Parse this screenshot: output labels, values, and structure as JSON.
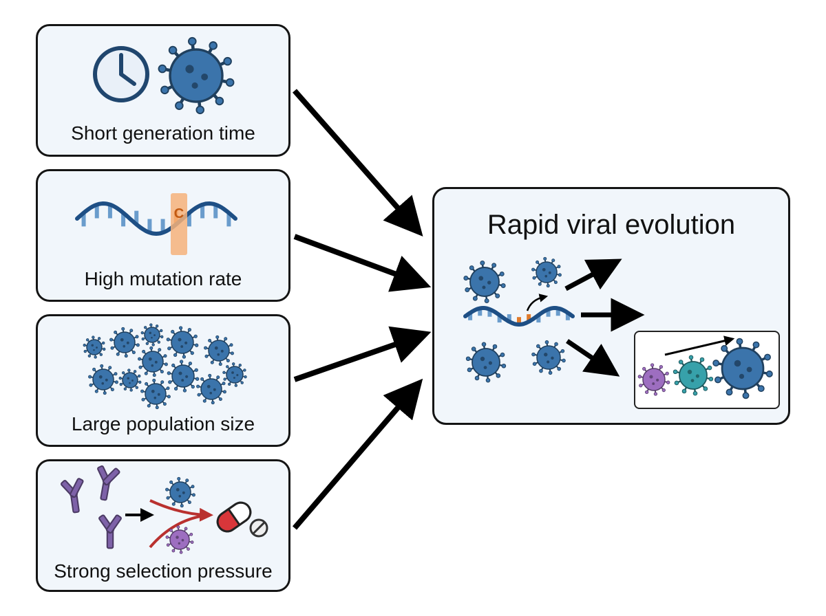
{
  "causes": [
    {
      "label": "Short generation time"
    },
    {
      "label": "High mutation rate",
      "mutation_letter": "C"
    },
    {
      "label": "Large population size"
    },
    {
      "label": "Strong selection pressure"
    }
  ],
  "result": {
    "title": "Rapid viral evolution"
  },
  "colors": {
    "virus": "#3b74ab",
    "virus_purple": "#9d6ec0",
    "virus_teal": "#37a1aa",
    "mutation_highlight": "#f6b27a",
    "mutation_base": "#e07a2a",
    "antibody": "#7e62a8",
    "selection_arrow": "#b9312f",
    "pill_red": "#d9363a",
    "card_fill": "#f1f6fb"
  },
  "icons": [
    "clock-icon",
    "virus-icon",
    "dna-icon",
    "antibody-icon",
    "pill-icon",
    "tablet-icon"
  ]
}
